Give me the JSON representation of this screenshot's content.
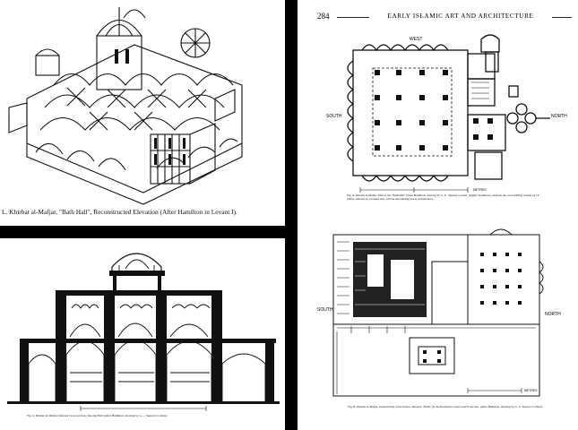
{
  "left_top": {
    "caption": "L. Khirbat al-Mafjar, \"Bath Hall\", Reconstructed Elevation (After Hamilton in Levant I)."
  },
  "left_bottom": {
    "caption": "Fig. 9. Khirbat al-Mafjar, Inferred Cross-section, drawing Hall (After Hamilton, drawing by G. ... Spencer Corbett)."
  },
  "right": {
    "page_number": "284",
    "running_head": "EARLY ISLAMIC ART AND ARCHITECTURE",
    "plan_a": {
      "labels": {
        "west": "WEST",
        "south": "SOUTH",
        "north": "NORTH",
        "metres": "METRES"
      },
      "caption": "Fig. A. Khirbat al-Mafjar, Plan of the \"Bath Hall\" (After Hamilton, drawing by G. U. Spencer Corbett, slightly modified to indicate the core building resting on 16 pillars outlined by a broken line, and the surrounding lower architecture)."
    },
    "plan_b": {
      "labels": {
        "south": "SOUTH",
        "north": "NORTH",
        "metres": "METRES"
      },
      "caption": "Fig. B. Khirbat al-Mafjar, General Plan of the Palace, Mosque, \"Bath\" (in the Northeast Corner) and Forecourt. (After Hamilton, drawing by G. U. Spencer Corbett)."
    }
  }
}
